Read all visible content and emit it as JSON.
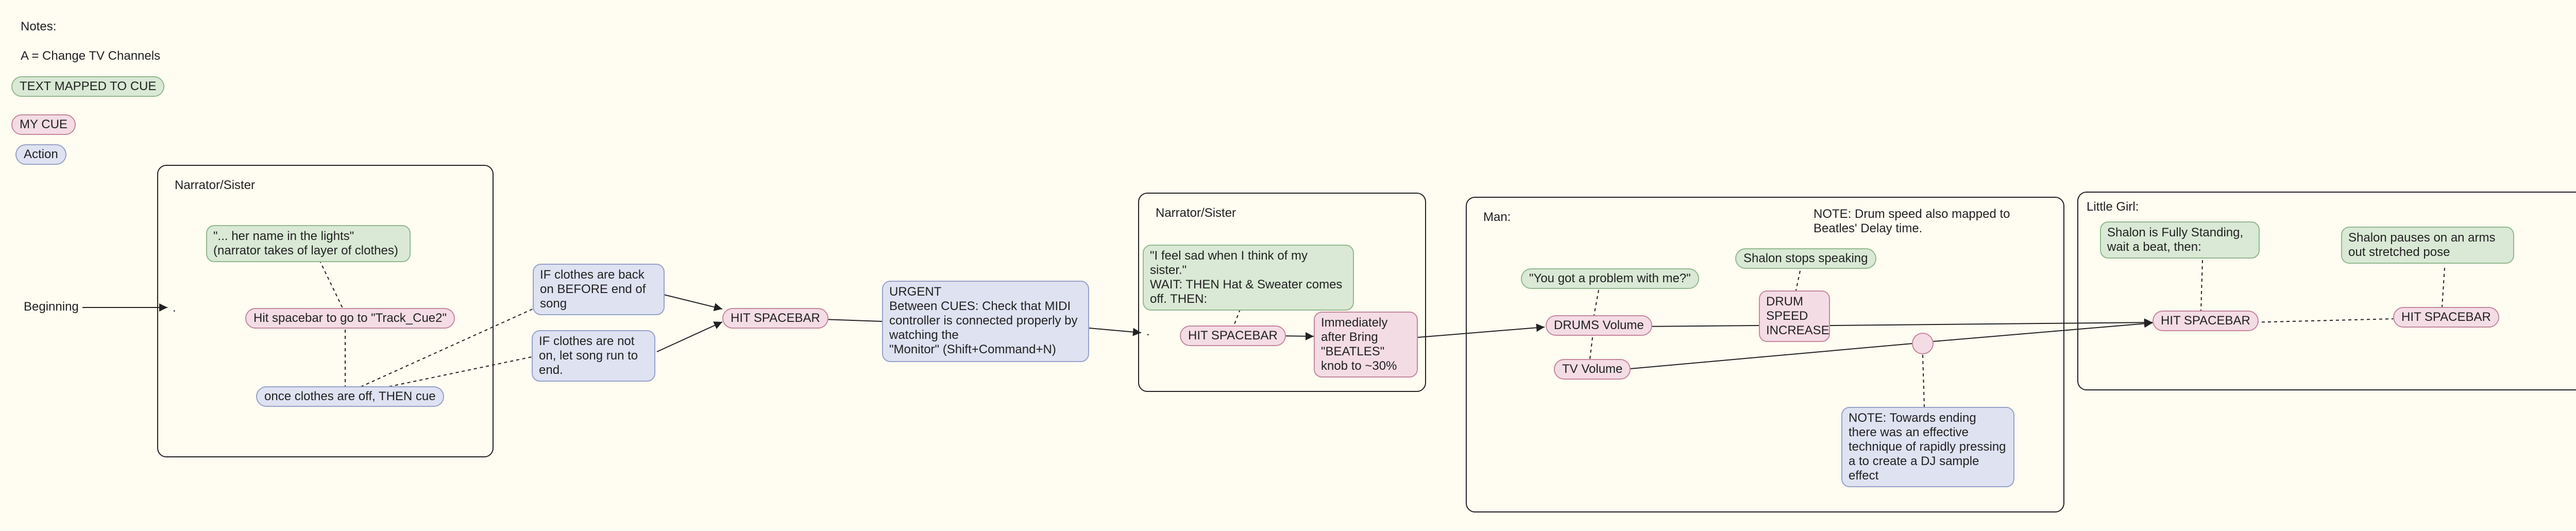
{
  "legend": {
    "heading": "Notes:",
    "note_a": "A = Change TV Channels",
    "text_mapped": "TEXT MAPPED TO CUE",
    "my_cue": "MY CUE",
    "action": "Action"
  },
  "start_label": "Beginning",
  "dot": ".",
  "frames": {
    "narrator1": "Narrator/Sister",
    "narrator2": "Narrator/Sister",
    "man": "Man:",
    "girl": "Little Girl:"
  },
  "nodes": {
    "her_name": "\"... her name in the lights\" (narrator takes of layer of clothes)",
    "hit_cue2": "Hit spacebar to go to \"Track_Cue2\"",
    "clothes_off": "once clothes are off, THEN cue",
    "back_on": "IF clothes are back on BEFORE end of song",
    "not_on": "IF clothes are not on, let song run to end.",
    "hit1": "HIT SPACEBAR",
    "urgent": "URGENT\nBetween CUES: Check that MIDI controller is connected properly by watching the\n\"Monitor\" (Shift+Command+N)",
    "feel_sad": "\"I feel sad when I think of my sister.\"\nWAIT: THEN Hat & Sweater comes off. THEN:",
    "hit2": "HIT SPACEBAR",
    "beatles": "Immediately after Bring \"BEATLES\" knob to ~30%",
    "problem": "\"You got a problem with me?\"",
    "drums_vol": "DRUMS Volume",
    "tv_vol": "TV Volume",
    "shalon_stops": "Shalon stops speaking",
    "drum_speed": "DRUM\nSPEED\nINCREASE",
    "note_drum": "NOTE: Drum speed also mapped to Beatles' Delay time.",
    "note_ending": "NOTE: Towards ending there was an effective technique of rapidly pressing a to create a DJ sample effect",
    "standing": "Shalon is Fully Standing, wait a beat, then:",
    "pauses": "Shalon pauses on an arms out stretched pose",
    "hit3": "HIT SPACEBAR",
    "hit4": "HIT SPACEBAR"
  },
  "colors": {
    "text_mapped": "#d9e9d5",
    "my_cue": "#f4dce5",
    "action": "#dfe2f1",
    "background": "#fffcf1"
  }
}
